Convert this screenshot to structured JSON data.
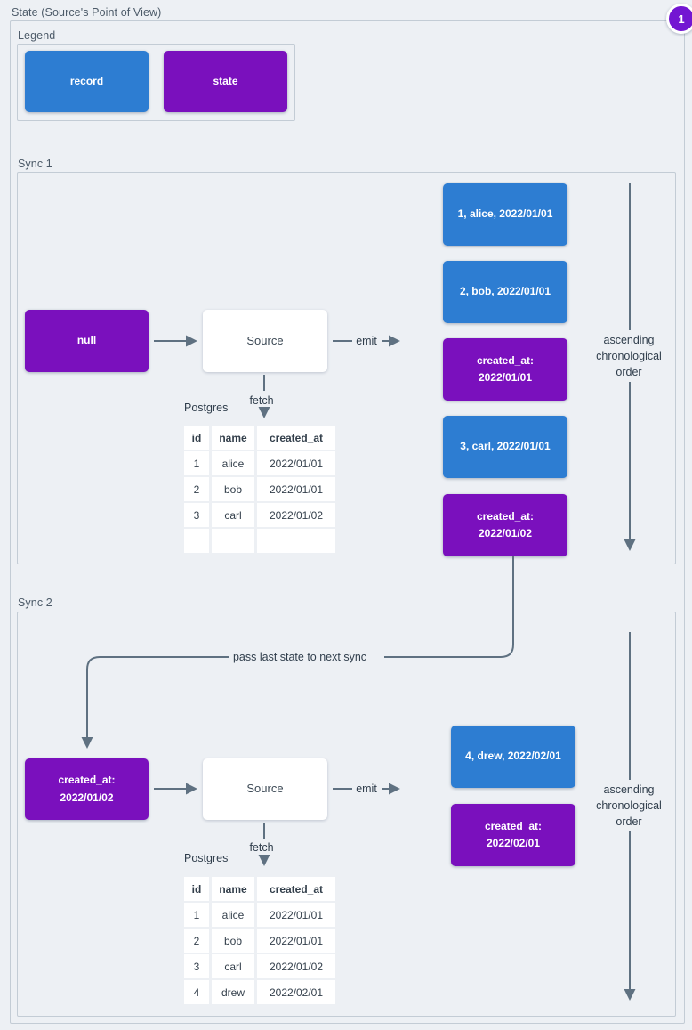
{
  "page": {
    "title": "State (Source's Point of View)",
    "badge": "1"
  },
  "colors": {
    "record": "#2d7dd2",
    "state": "#7a10bd",
    "badge": "#7316d2",
    "arrow": "#5f7181",
    "border": "#c3ccd5",
    "background": "#edf0f4"
  },
  "legend": {
    "title": "Legend",
    "record_label": "record",
    "state_label": "state"
  },
  "sync1": {
    "title": "Sync 1",
    "input_state": {
      "label": "null"
    },
    "source_label": "Source",
    "emit_label": "emit",
    "fetch_label": "fetch",
    "db_label": "Postgres",
    "table": {
      "headers": [
        "id",
        "name",
        "created_at"
      ],
      "rows": [
        [
          "1",
          "alice",
          "2022/01/01"
        ],
        [
          "2",
          "bob",
          "2022/01/01"
        ],
        [
          "3",
          "carl",
          "2022/01/02"
        ],
        [
          "",
          "",
          ""
        ]
      ]
    },
    "outputs": [
      {
        "type": "record",
        "line1": "1, alice, 2022/01/01"
      },
      {
        "type": "record",
        "line1": "2, bob, 2022/01/01"
      },
      {
        "type": "state",
        "line1": "created_at:",
        "line2": "2022/01/01"
      },
      {
        "type": "record",
        "line1": "3, carl, 2022/01/01"
      },
      {
        "type": "state",
        "line1": "created_at:",
        "line2": "2022/01/02"
      }
    ],
    "order_note": {
      "line1": "ascending",
      "line2": "chronological",
      "line3": "order"
    }
  },
  "connector": {
    "label": "pass last state to next sync"
  },
  "sync2": {
    "title": "Sync 2",
    "input_state": {
      "line1": "created_at:",
      "line2": "2022/01/02"
    },
    "source_label": "Source",
    "emit_label": "emit",
    "fetch_label": "fetch",
    "db_label": "Postgres",
    "table": {
      "headers": [
        "id",
        "name",
        "created_at"
      ],
      "rows": [
        [
          "1",
          "alice",
          "2022/01/01"
        ],
        [
          "2",
          "bob",
          "2022/01/01"
        ],
        [
          "3",
          "carl",
          "2022/01/02"
        ],
        [
          "4",
          "drew",
          "2022/02/01"
        ]
      ]
    },
    "outputs": [
      {
        "type": "record",
        "line1": "4, drew, 2022/02/01"
      },
      {
        "type": "state",
        "line1": "created_at:",
        "line2": "2022/02/01"
      }
    ],
    "order_note": {
      "line1": "ascending",
      "line2": "chronological",
      "line3": "order"
    }
  }
}
